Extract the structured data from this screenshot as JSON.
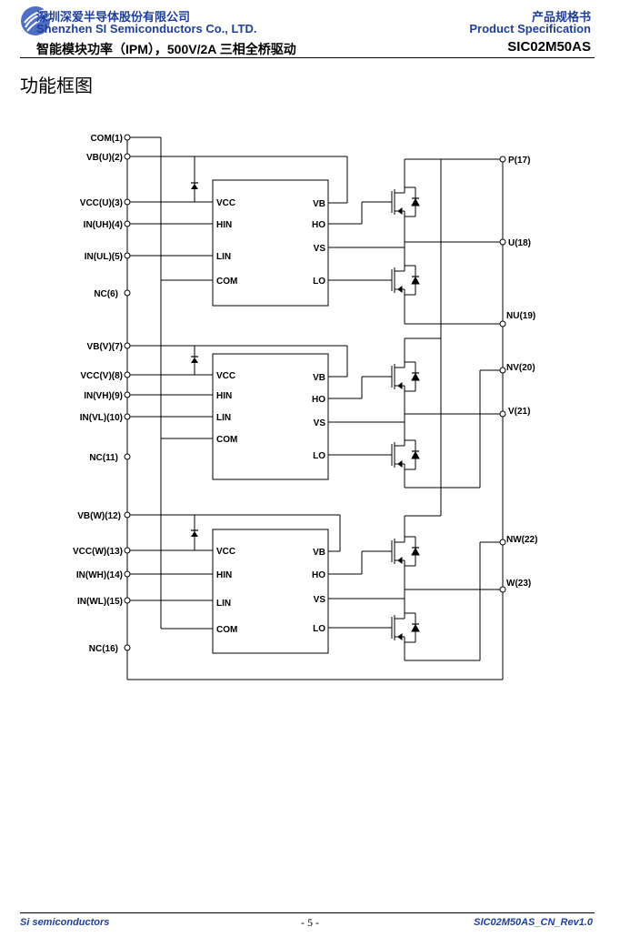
{
  "header": {
    "company_cn": "深圳深爱半导体股份有限公司",
    "company_en": "Shenzhen SI Semiconductors Co., LTD.",
    "doc_type_cn": "产品规格书",
    "doc_type_en": "Product Specification",
    "product_desc": "智能模块功率（IPM），500V/2A 三相全桥驱动",
    "part_number": "SIC02M50AS"
  },
  "section_title": "功能框图",
  "diagram": {
    "left_pins": [
      "COM(1)",
      "VB(U)(2)",
      "VCC(U)(3)",
      "IN(UH)(4)",
      "IN(UL)(5)",
      "NC(6)",
      "VB(V)(7)",
      "VCC(V)(8)",
      "IN(VH)(9)",
      "IN(VL)(10)",
      "NC(11)",
      "VB(W)(12)",
      "VCC(W)(13)",
      "IN(WH)(14)",
      "IN(WL)(15)",
      "NC(16)"
    ],
    "right_pins": [
      "P(17)",
      "U(18)",
      "NU(19)",
      "NV(20)",
      "V(21)",
      "NW(22)",
      "W(23)"
    ],
    "driver_left_labels": [
      "VCC",
      "HIN",
      "LIN",
      "COM"
    ],
    "driver_right_labels": [
      "VB",
      "HO",
      "VS",
      "LO"
    ]
  },
  "footer": {
    "left": "Si semiconductors",
    "page": "- 5 -",
    "right": "SIC02M50AS_CN_Rev1.0"
  }
}
